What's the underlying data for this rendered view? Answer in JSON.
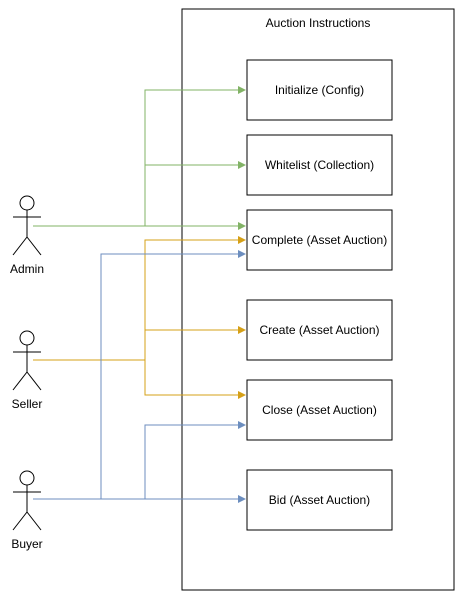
{
  "boundary": {
    "title": "Auction Instructions"
  },
  "actors": [
    {
      "id": "admin",
      "label": "Admin"
    },
    {
      "id": "seller",
      "label": "Seller"
    },
    {
      "id": "buyer",
      "label": "Buyer"
    }
  ],
  "use_cases": [
    {
      "id": "initialize",
      "label": "Initialize (Config)"
    },
    {
      "id": "whitelist",
      "label": "Whitelist (Collection)"
    },
    {
      "id": "complete",
      "label": "Complete (Asset Auction)"
    },
    {
      "id": "create",
      "label": "Create (Asset Auction)"
    },
    {
      "id": "close",
      "label": "Close (Asset Auction)"
    },
    {
      "id": "bid",
      "label": "Bid (Asset Auction)"
    }
  ],
  "associations": [
    {
      "actor": "admin",
      "use_case": "initialize"
    },
    {
      "actor": "admin",
      "use_case": "whitelist"
    },
    {
      "actor": "admin",
      "use_case": "complete"
    },
    {
      "actor": "seller",
      "use_case": "complete"
    },
    {
      "actor": "seller",
      "use_case": "create"
    },
    {
      "actor": "seller",
      "use_case": "close"
    },
    {
      "actor": "buyer",
      "use_case": "complete"
    },
    {
      "actor": "buyer",
      "use_case": "close"
    },
    {
      "actor": "buyer",
      "use_case": "bid"
    }
  ],
  "colors": {
    "admin": "#82b366",
    "seller": "#d6a017",
    "buyer": "#6c8ebf",
    "stroke": "#000000"
  }
}
